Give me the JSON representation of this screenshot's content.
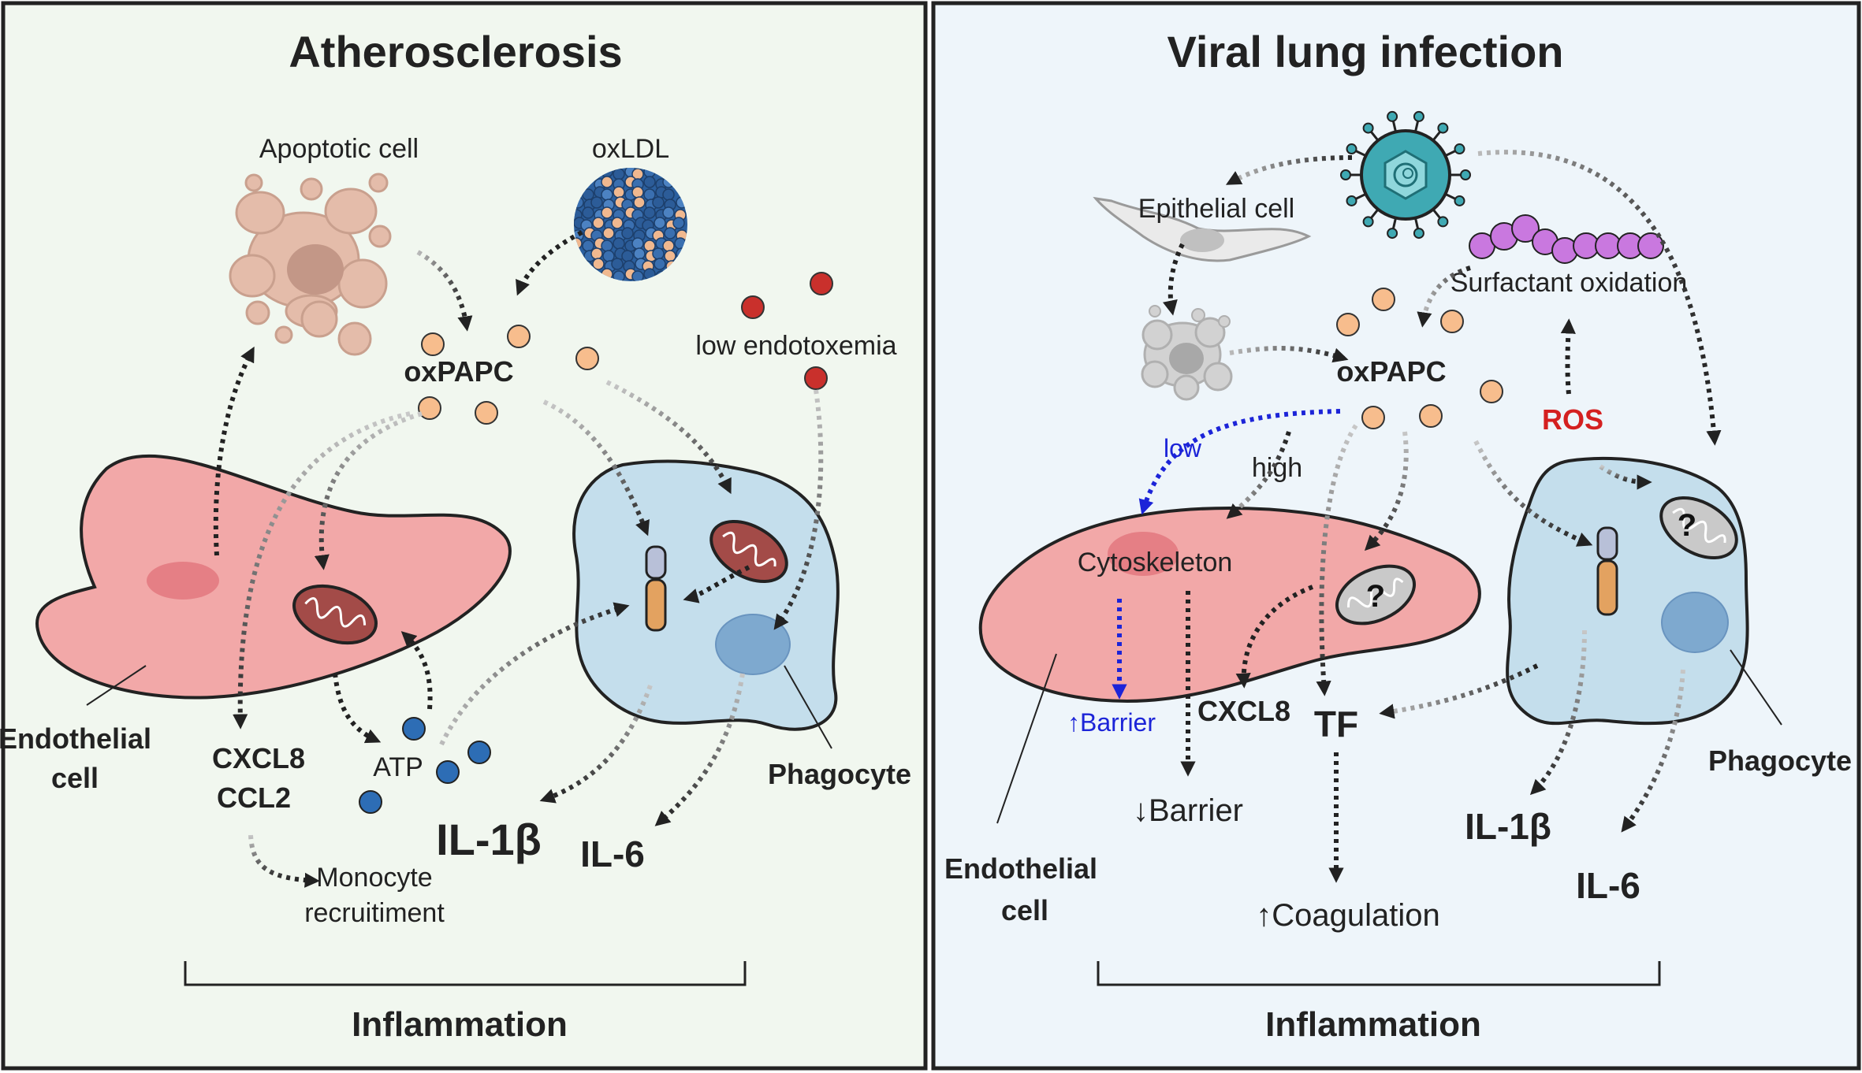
{
  "colors": {
    "left_panel_bg": "#f1f7ef",
    "right_panel_bg": "#eef5fa",
    "endothelial_fill": "#f2a8a8",
    "phagocyte_fill": "#c4deec",
    "oxpapc_dot": "#f7bd8d",
    "endotoxin_dot": "#c9302c",
    "atp_dot": "#2d6db5",
    "mitochondria": "#a34b48",
    "surfactant": "#c978df",
    "ros_red": "#d42020",
    "low_blue": "#1c24d8",
    "virus_teal": "#3fa9b3"
  },
  "icons": {
    "virus": "virus-icon",
    "mitochondria": "mitochondria-icon",
    "receptor": "receptor-icon",
    "oxldl": "oxldl-particle-icon",
    "apoptotic_cell": "apoptotic-cell-icon"
  },
  "left": {
    "title": "Atherosclerosis",
    "apoptotic_cell": "Apoptotic cell",
    "oxldl": "oxLDL",
    "oxpapc": "oxPAPC",
    "low_endotoxemia": "low endotoxemia",
    "endothelial_line1": "Endothelial",
    "endothelial_line2": "cell",
    "cxcl8": "CXCL8",
    "ccl2": "CCL2",
    "atp": "ATP",
    "il1b": "IL-1β",
    "il6": "IL-6",
    "phagocyte": "Phagocyte",
    "monocyte_line1": "Monocyte",
    "monocyte_line2": "recruitiment",
    "footer": "Inflammation"
  },
  "right": {
    "title": "Viral lung infection",
    "epithelial_cell": "Epithelial cell",
    "surfactant_oxidation": "Surfactant oxidation",
    "oxpapc": "oxPAPC",
    "ros": "ROS",
    "low": "low",
    "high": "high",
    "cytoskeleton": "Cytoskeleton",
    "question_mark": "?",
    "barrier_up": "↑Barrier",
    "cxcl8": "CXCL8",
    "tf": "TF",
    "barrier_down": "↓Barrier",
    "coagulation": "↑Coagulation",
    "il1b": "IL-1β",
    "il6": "IL-6",
    "phagocyte": "Phagocyte",
    "endothelial_line1": "Endothelial",
    "endothelial_line2": "cell",
    "footer": "Inflammation"
  }
}
